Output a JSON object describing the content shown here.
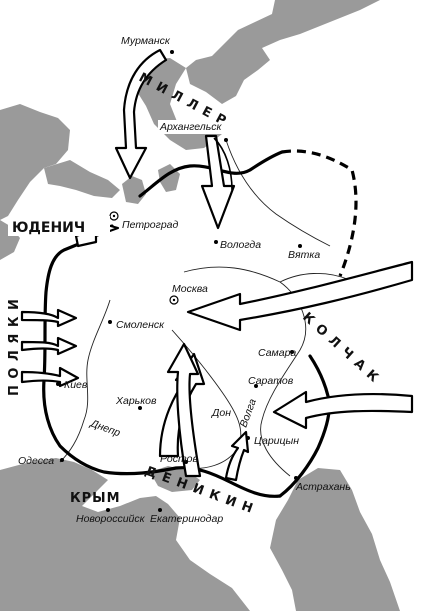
{
  "cities": {
    "murmansk": "Мурманск",
    "arkhangelsk": "Архангельск",
    "petrograd": "Петроград",
    "vologda": "Вологда",
    "vyatka": "Вятка",
    "moscow": "Москва",
    "smolensk": "Смоленск",
    "samara": "Самара",
    "saratov": "Саратов",
    "kiev": "Киев",
    "kharkov": "Харьков",
    "tsaritsyn": "Царицын",
    "odessa": "Одесса",
    "rostov": "Ростов",
    "astrakhan": "Астрахань",
    "novorossiysk": "Новороссийск",
    "ekaterinodar": "Екатеринодар"
  },
  "rivers": {
    "dnepr": "Днепр",
    "don": "Дон",
    "volga": "Волга"
  },
  "regions": {
    "crimea": "КРЫМ"
  },
  "forces": {
    "miller": "М И Л Л Е Р",
    "yudenich": "ЮДЕНИЧ",
    "poles": "П О Л Я К И",
    "kolchak": "К О Л Ч А К",
    "denikin": "Д Е Н И К И Н"
  },
  "colors": {
    "water": "#9a9a9a",
    "land": "#ffffff",
    "front": "#000000"
  }
}
